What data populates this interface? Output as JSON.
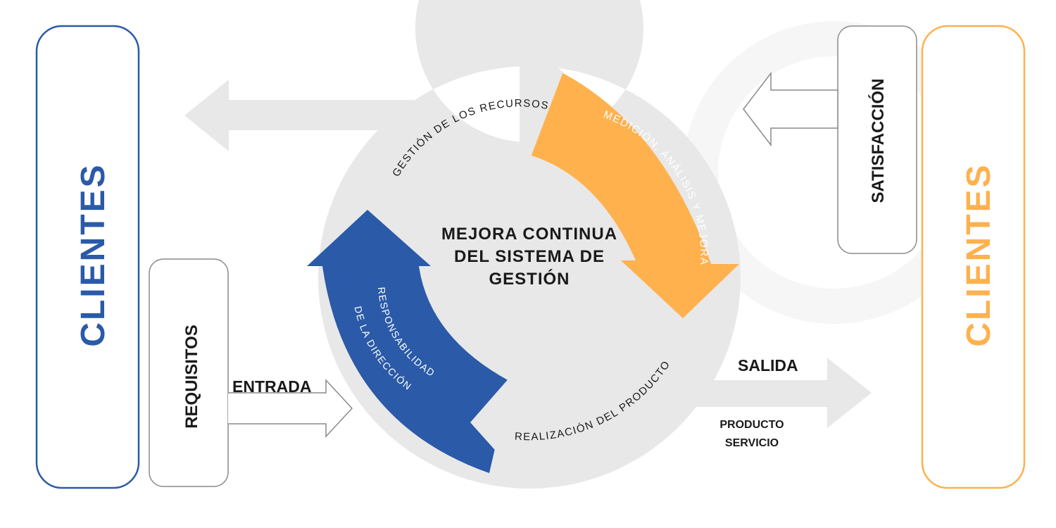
{
  "colors": {
    "blue": "#2A5AA8",
    "orange": "#FFB14E",
    "gray": "#E8E8E9",
    "outline": "#8A8A8A",
    "dark": "#1A1A1A"
  },
  "left_box": {
    "label": "CLIENTES"
  },
  "right_box": {
    "label": "CLIENTES"
  },
  "requisitos": {
    "label": "REQUISITOS"
  },
  "satisfaccion": {
    "label": "SATISFACCIÓN"
  },
  "entrada": {
    "label": "ENTRADA"
  },
  "salida": {
    "label": "SALIDA",
    "sub1": "PRODUCTO",
    "sub2": "SERVICIO"
  },
  "center": {
    "line1": "MEJORA CONTINUA",
    "line2": "DEL SISTEMA DE",
    "line3": "GESTIÓN"
  },
  "cycle": {
    "gestion": "GESTIÓN DE LOS RECURSOS",
    "medicion": "MEDICIÓN, ANÁLISIS Y MEJORA",
    "realizacion": "REALIZACIÓN DEL PRODUCTO",
    "responsabilidad_1": "RESPONSABILIDAD",
    "responsabilidad_2": "DE LA DIRECCIÓN"
  }
}
